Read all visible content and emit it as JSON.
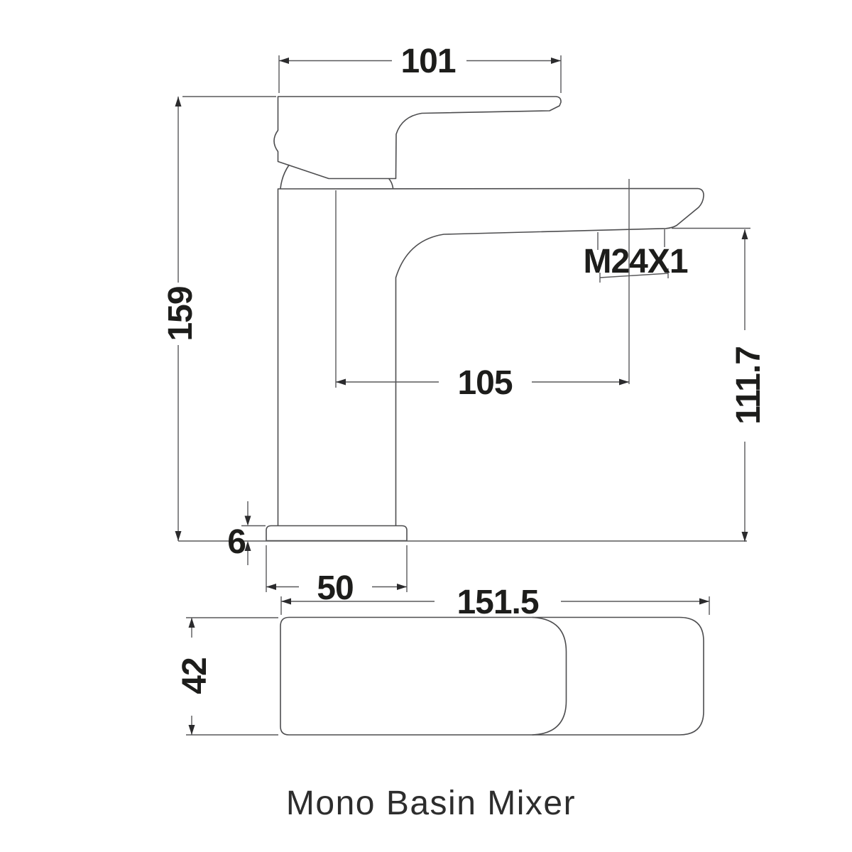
{
  "drawing": {
    "caption": "Mono Basin Mixer",
    "view_side": {
      "dim_handle_length": "101",
      "dim_total_height": "159",
      "dim_spout_reach": "105",
      "dim_outlet_thread": "M24X1",
      "dim_outlet_height": "111.7",
      "dim_base_thickness": "6",
      "dim_base_width": "50"
    },
    "view_plan": {
      "dim_body_length": "151.5",
      "dim_body_width": "42"
    },
    "colors": {
      "line": "#4d4d4f",
      "dimension_line": "#58585a",
      "text": "#1d1d1b",
      "background": "#ffffff"
    }
  }
}
